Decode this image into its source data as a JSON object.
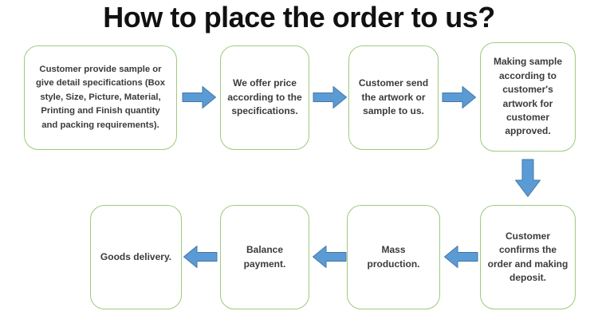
{
  "title": "How to place the order to us?",
  "colors": {
    "background": "#ffffff",
    "box_border": "#9ccb7e",
    "arrow_fill": "#5b9bd5",
    "arrow_border": "#4577a5",
    "text": "#3b3b3b",
    "title_color": "#111111"
  },
  "steps": [
    {
      "id": 1,
      "label": "Customer provide sample or give detail specifications (Box style, Size, Picture, Material, Printing and Finish quantity and packing requirements)."
    },
    {
      "id": 2,
      "label": "We offer price according to the specifications."
    },
    {
      "id": 3,
      "label": "Customer send the artwork or sample to us."
    },
    {
      "id": 4,
      "label": "Making sample according to customer's artwork for customer approved."
    },
    {
      "id": 5,
      "label": "Customer confirms the order and making deposit."
    },
    {
      "id": 6,
      "label": "Mass production."
    },
    {
      "id": 7,
      "label": "Balance payment."
    },
    {
      "id": 8,
      "label": "Goods delivery."
    }
  ],
  "flow": {
    "top_row_order": [
      1,
      2,
      3,
      4
    ],
    "bottom_row_order": [
      5,
      6,
      7,
      8
    ],
    "top_row_direction": "left-to-right",
    "bottom_row_direction": "right-to-left"
  }
}
